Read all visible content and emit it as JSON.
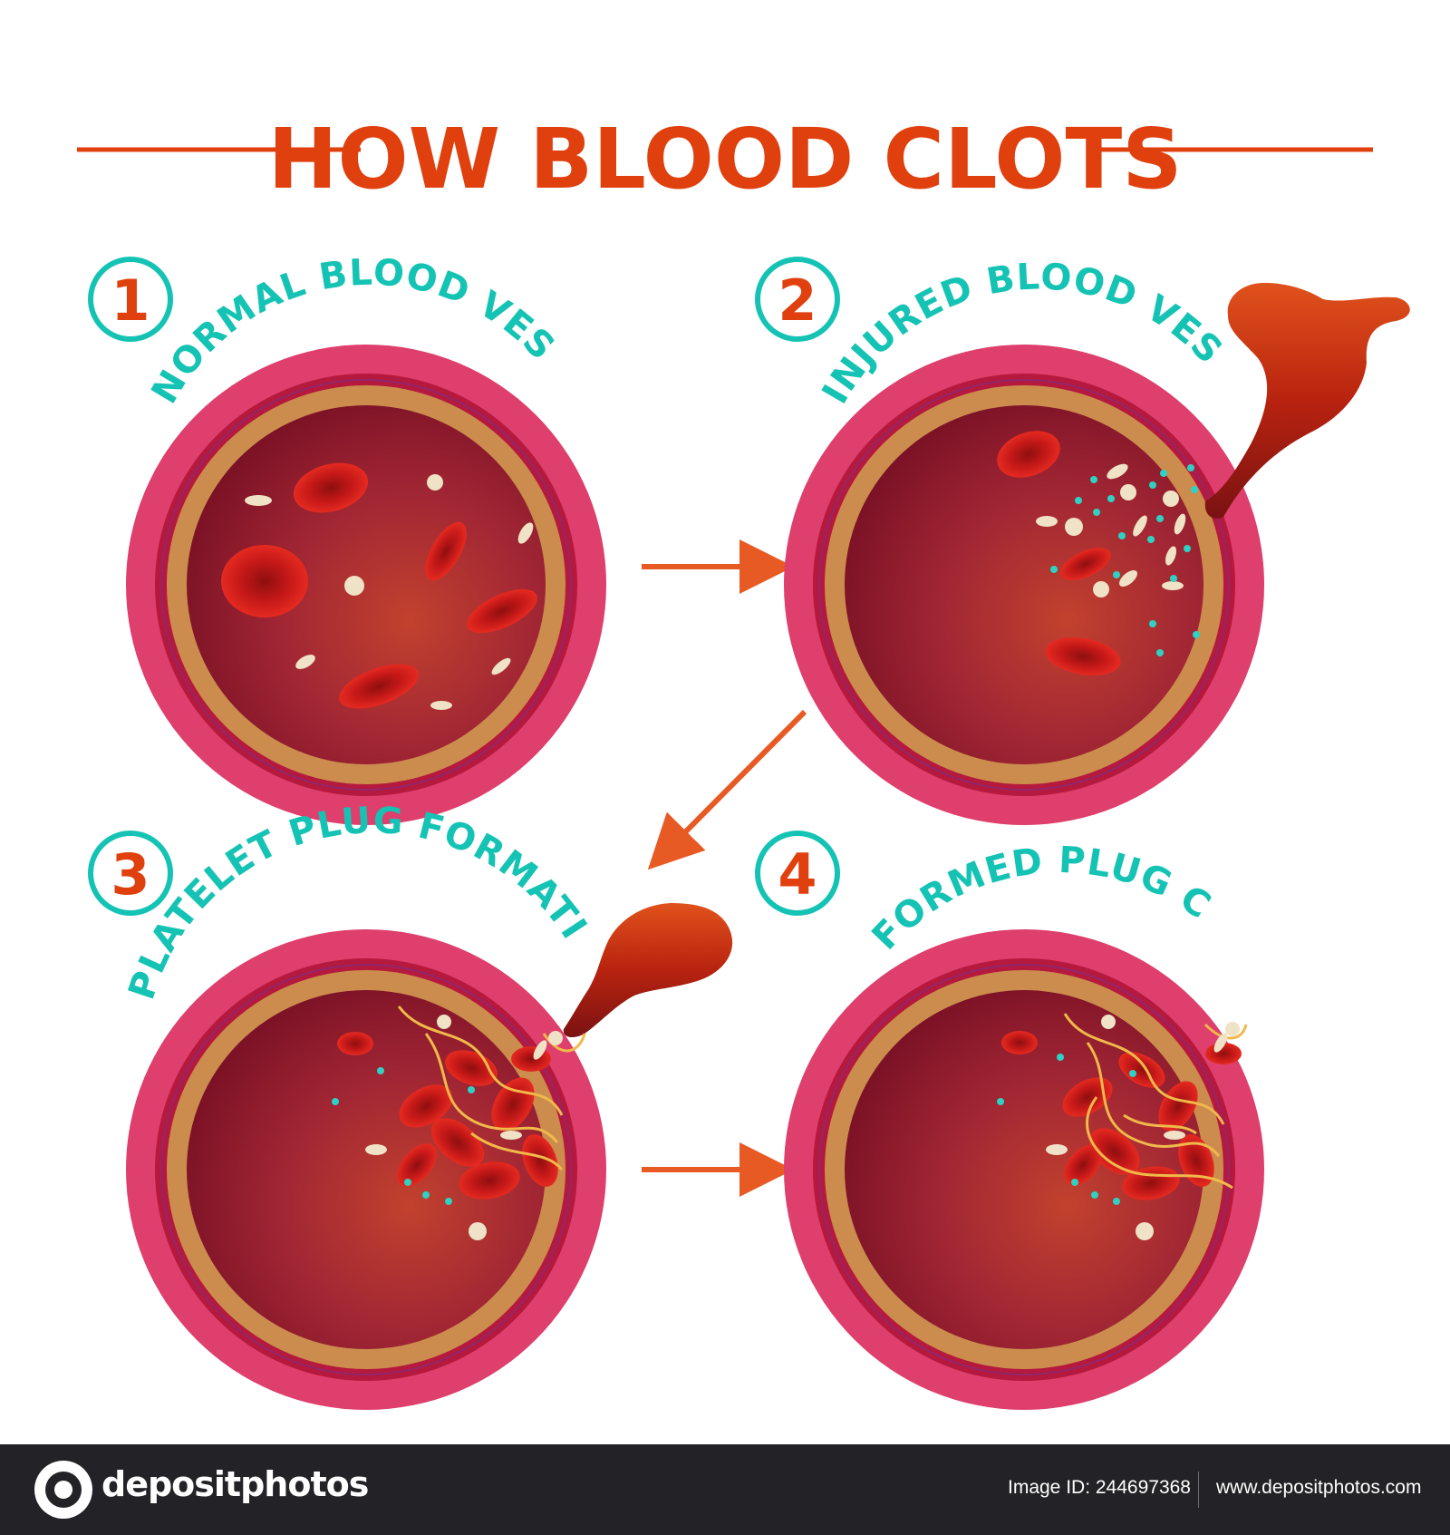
{
  "title": "HOW BLOOD CLOTS",
  "colors": {
    "title": "#e0400e",
    "teal": "#15c3b4",
    "arrow": "#e85a24",
    "outer_wall": "#de3f6c",
    "middle_wall": "#b5193d",
    "tan_layer": "#cc8c4e",
    "lumen": "#9a1f2b",
    "rbc": "#d11d1c",
    "platelet": "#efe2c6",
    "fibrin": "#f0b94a",
    "footer_bg": "#232327"
  },
  "steps": [
    {
      "number": "1",
      "label": "NORMAL BLOOD VESSEL"
    },
    {
      "number": "2",
      "label": "INJURED BLOOD VESSEL"
    },
    {
      "number": "3",
      "label": "PLATELET PLUG FORMATION"
    },
    {
      "number": "4",
      "label": "FORMED PLUG CLOT"
    }
  ],
  "footer": {
    "brand": "depositphotos",
    "image_id": "Image ID: 244697368",
    "url": "www.depositphotos.com"
  }
}
